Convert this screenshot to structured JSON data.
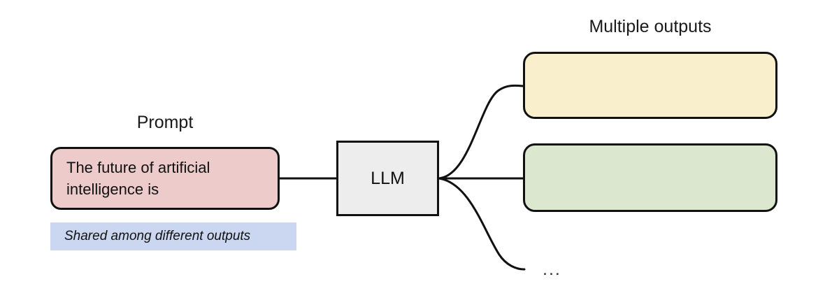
{
  "diagram": {
    "title": "LLM multiple outputs diagram",
    "background_color": "#ffffff",
    "stroke_color": "#111111"
  },
  "prompt": {
    "label": "Prompt",
    "text": "The future of artificial intelligence is",
    "fill_color": "#EDCBCB"
  },
  "shared_note": {
    "text": "Shared among different outputs",
    "fill_color": "#CBD6F0"
  },
  "model": {
    "label": "LLM",
    "fill_color": "#EDEDED"
  },
  "outputs": {
    "label": "Multiple outputs",
    "ellipsis": "...",
    "items": [
      {
        "name": "output-1",
        "text": "",
        "fill_color": "#FAEFCC"
      },
      {
        "name": "output-2",
        "text": "",
        "fill_color": "#DCE7D0"
      }
    ]
  },
  "connectors": {
    "prompt_to_model": "straight",
    "model_to_output_1": "curve-up",
    "model_to_output_2": "straight",
    "model_to_ellipsis": "curve-down"
  }
}
